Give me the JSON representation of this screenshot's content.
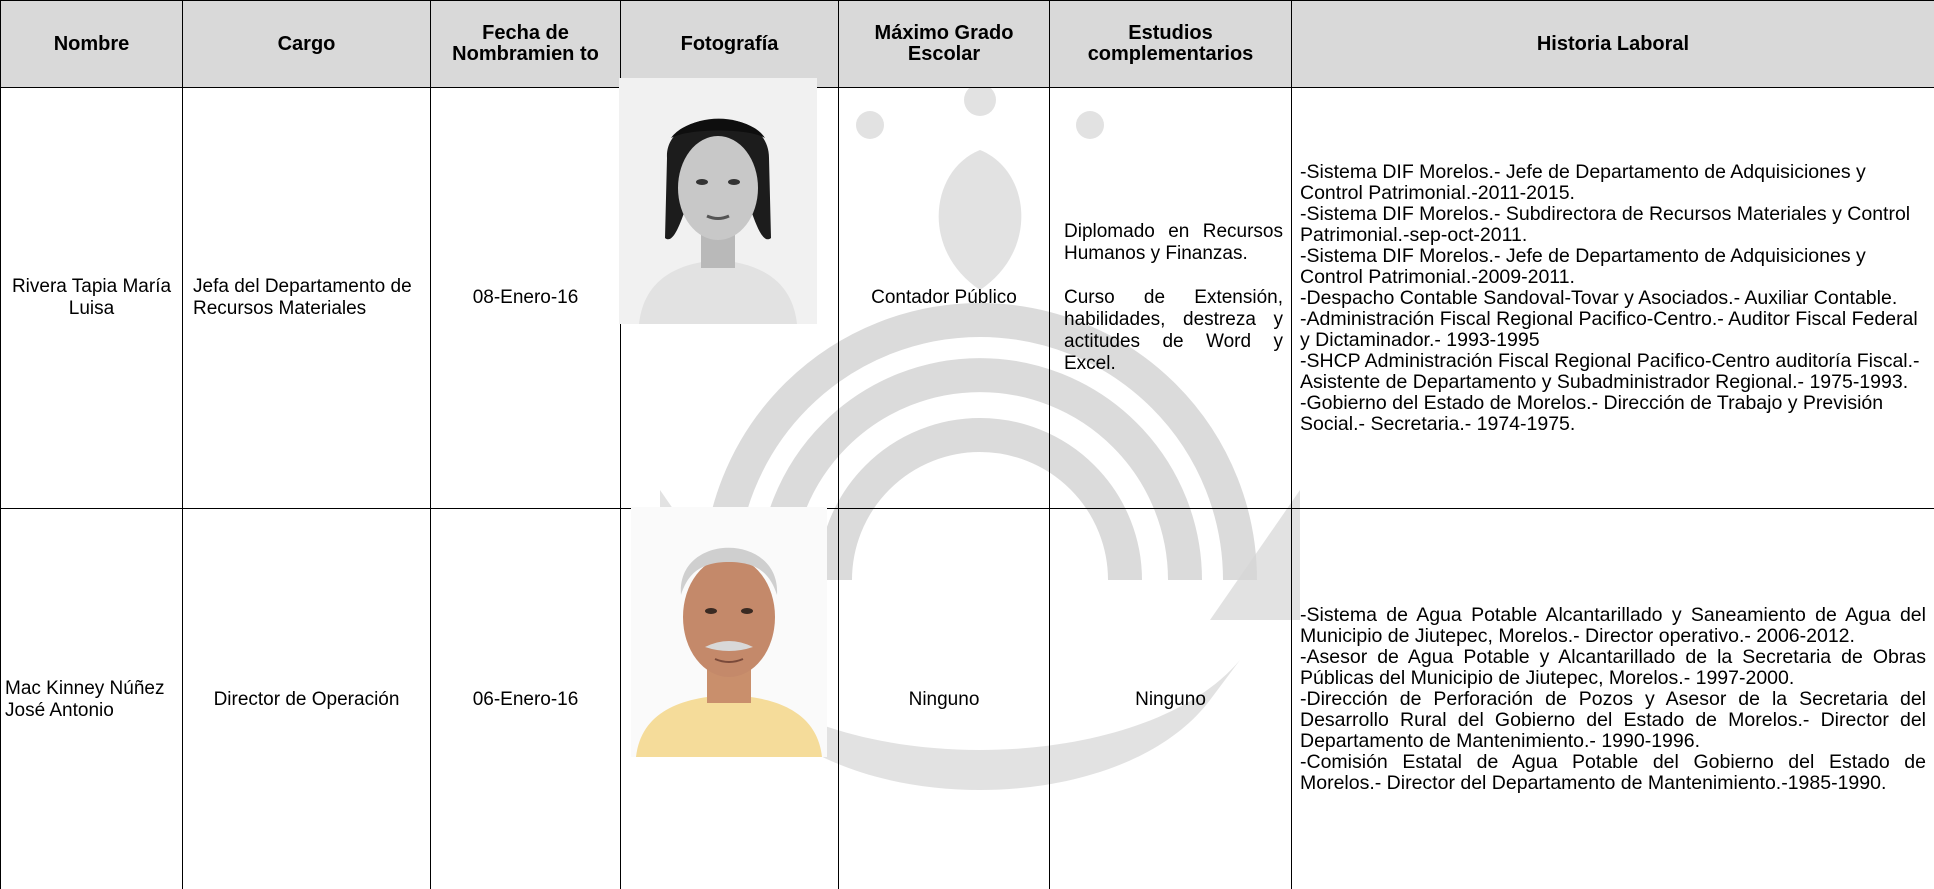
{
  "headers": {
    "nombre": "Nombre",
    "cargo": "Cargo",
    "fecha": "Fecha de Nombramien to",
    "fotografia": "Fotografía",
    "grado": "Máximo Grado Escolar",
    "estudios": "Estudios complementarios",
    "historia": "Historia Laboral"
  },
  "rows": [
    {
      "nombre": "Rivera Tapia María Luisa",
      "cargo": "Jefa del Departamento de Recursos Materiales",
      "fecha": "08-Enero-16",
      "foto_icon": "female-portrait-photo",
      "grado": "Contador Público",
      "estudios": [
        "Diplomado en Recursos Humanos y Finanzas.",
        "Curso de Extensión, habilidades, destreza y actitudes de Word y Excel."
      ],
      "historia": [
        "-Sistema DIF Morelos.- Jefe de Departamento de Adquisiciones y Control Patrimonial.-2011-2015.",
        "-Sistema DIF Morelos.- Subdirectora de Recursos Materiales y Control Patrimonial.-sep-oct-2011.",
        "-Sistema DIF Morelos.- Jefe de Departamento de Adquisiciones y Control Patrimonial.-2009-2011.",
        "-Despacho Contable Sandoval-Tovar y Asociados.- Auxiliar Contable.",
        "-Administración Fiscal Regional Pacifico-Centro.- Auditor Fiscal Federal y Dictaminador.- 1993-1995",
        "-SHCP Administración Fiscal Regional Pacifico-Centro auditoría Fiscal.- Asistente de Departamento y Subadministrador Regional.- 1975-1993.",
        "-Gobierno del Estado de Morelos.- Dirección de Trabajo y Previsión Social.- Secretaria.- 1974-1975."
      ]
    },
    {
      "nombre": "Mac Kinney Núñez José Antonio",
      "cargo": "Director de Operación",
      "fecha": "06-Enero-16",
      "foto_icon": "male-portrait-photo",
      "grado": "Ninguno",
      "estudios": [
        "Ninguno"
      ],
      "historia": [
        "-Sistema de Agua Potable Alcantarillado y Saneamiento de Agua del Municipio de Jiutepec, Morelos.- Director operativo.- 2006-2012.",
        " -Asesor de Agua Potable y Alcantarillado de la Secretaria de Obras Públicas del Municipio de Jiutepec, Morelos.- 1997-2000.",
        "-Dirección de Perforación de Pozos y Asesor de la Secretaria del Desarrollo Rural del Gobierno del Estado de Morelos.- Director del Departamento de Mantenimiento.- 1990-1996.",
        "-Comisión Estatal de Agua Potable del Gobierno del Estado de Morelos.- Director del Departamento de Mantenimiento.-1985-1990."
      ]
    }
  ]
}
